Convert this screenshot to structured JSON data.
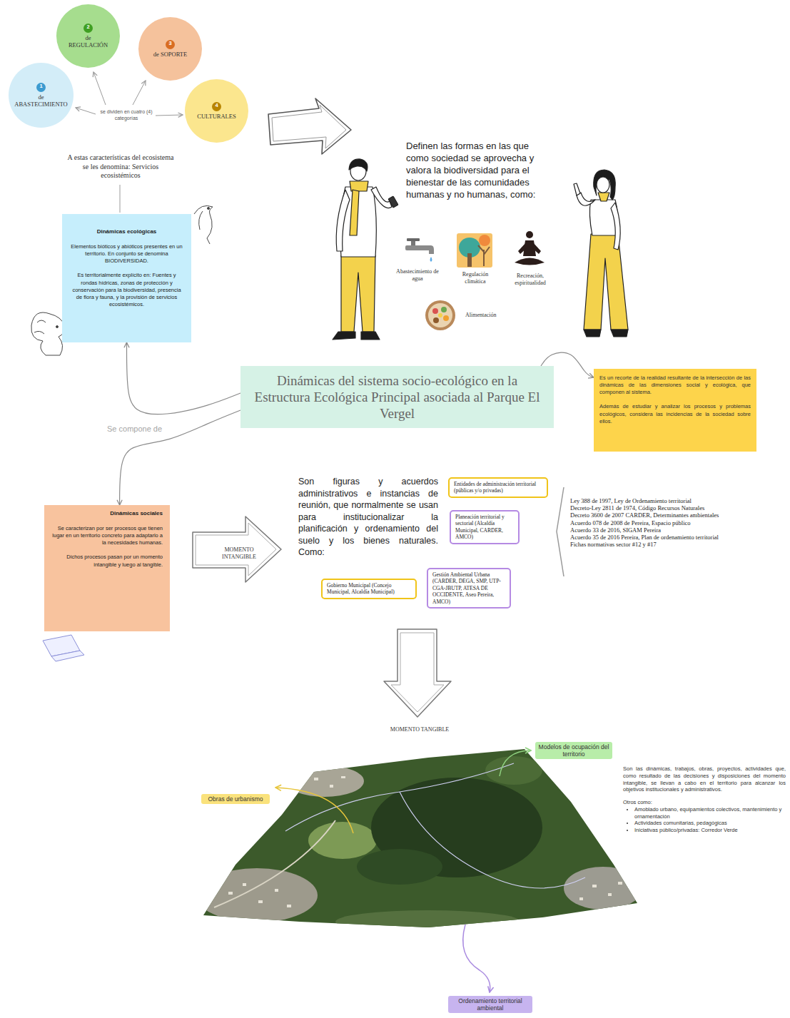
{
  "diagram": {
    "nodes": [
      {
        "text": [
          "1",
          "de ABASTECIMIENTO"
        ]
      },
      {
        "text": [
          "2",
          "de REGULACIÓN"
        ]
      },
      {
        "text": [
          "3",
          "de SOPORTE"
        ]
      },
      {
        "text": [
          "4",
          "CULTURALES"
        ]
      },
      {
        "text": [
          "Dinámicas ecológicas",
          "Elementos bióticos y abióticos presentes en un territorio. En conjunto se denomina BIODIVERSIDAD.",
          "Es territorialmente explícito en: Fuentes y rondas hídricas, zonas de protección y conservación para la biodiversidad, presencia de flora y fauna, y la provisión de servicios ecosistémicos."
        ]
      },
      {
        "text": [
          "Dinámicas del sistema socio-ecológico en la Estructura Ecológica Principal asociada al Parque El Vergel"
        ]
      },
      {
        "text": [
          "Es un recorte de la realidad resultante de la intersección de las dinámicas de las dimensiones social y ecológica, que componen al sistema.",
          "Además de estudiar y analizar los procesos y problemas ecológicos, considera las incidencias de la sociedad sobre ellos."
        ]
      },
      {
        "text": [
          "Dinámicas sociales",
          "Se caracterizan por ser procesos que tienen lugar en un territorio concreto para adaptarlo a la necesidades humanas.",
          "Dichos procesos pasan por un momento intangible y luego al tangible."
        ]
      },
      {
        "text": [
          "MOMENTO INTANGIBLE"
        ]
      },
      {
        "text": [
          "Entidades de administración territorial (públicas y/o privadas)"
        ]
      },
      {
        "text": [
          "Planeación territorial y sectorial (Alcaldía Municipal, CARDER, AMCO)"
        ]
      },
      {
        "text": [
          "Gobierno Municipal (Concejo Municipal, Alcaldía Municipal)"
        ]
      },
      {
        "text": [
          "Gestión Ambiental Urbana (CARDER, DEGA, SMP, UTP-CGA-JBUTP, ATESA DE OCCIDENTE, Aseo Pereira, AMCO)"
        ]
      },
      {
        "text": [
          "Modelos de ocupación del territorio"
        ]
      },
      {
        "text": [
          "Obras de urbanismo"
        ]
      },
      {
        "text": [
          "Ordenamiento territorial ambiental"
        ]
      }
    ],
    "edges": [
      {
        "from": 5,
        "to": 6,
        "arrow": "to"
      },
      {
        "from": 5,
        "to": 4,
        "arrow": "to"
      },
      {
        "from": 5,
        "to": 7,
        "arrow": "to"
      }
    ],
    "labels": [
      "se dividen en cuatro (4) categorías",
      "A estas características del ecosistema se les denomina: Servicios ecosistémicos",
      "Definen las formas en las que como sociedad se aprovecha y valora la biodiversidad para el bienestar de las comunidades humanas y no humanas, como:",
      "Abastecimiento de agua",
      "Regulación climática",
      "Recreación, espiritualidad",
      "Alimentación",
      "Se compone de",
      "Son figuras y acuerdos administrativos e instancias de reunión, que normalmente se usan para institucionalizar la planificación y ordenamiento del suelo y los bienes naturales. Como:",
      "Ley 388 de 1997, Ley de Ordenamiento territorial",
      "Decreto-Ley 2811 de 1974, Código Recursos Naturales",
      "Decreto 3600 de 2007 CARDER, Determinantes ambientales",
      "Acuerdo 078 de 2008 de Pereira, Espacio público",
      "Acuerdo 33 de 2016, SIGAM Pereira",
      "Acuerdo 35 de 2016 Pereira, Plan de ordenamiento territorial",
      "Fichas normativas sector #12 y #17",
      "MOMENTO TANGIBLE",
      "Son las dinámicas, trabajos, obras, proyectos, actividades que, como resultado de las decisiones y disposiciones del momento intangible, se llevan a cabo en el territorio para alcanzar los objetivos institucionales y administrativos.",
      "Otros como:",
      "Amoblado urbano, equipamientos colectivos, mantenimiento y ornamentación",
      "Actividades comunitarias, pedagógicas",
      "Iniciativas público/privadas: Corredor Verde"
    ]
  }
}
